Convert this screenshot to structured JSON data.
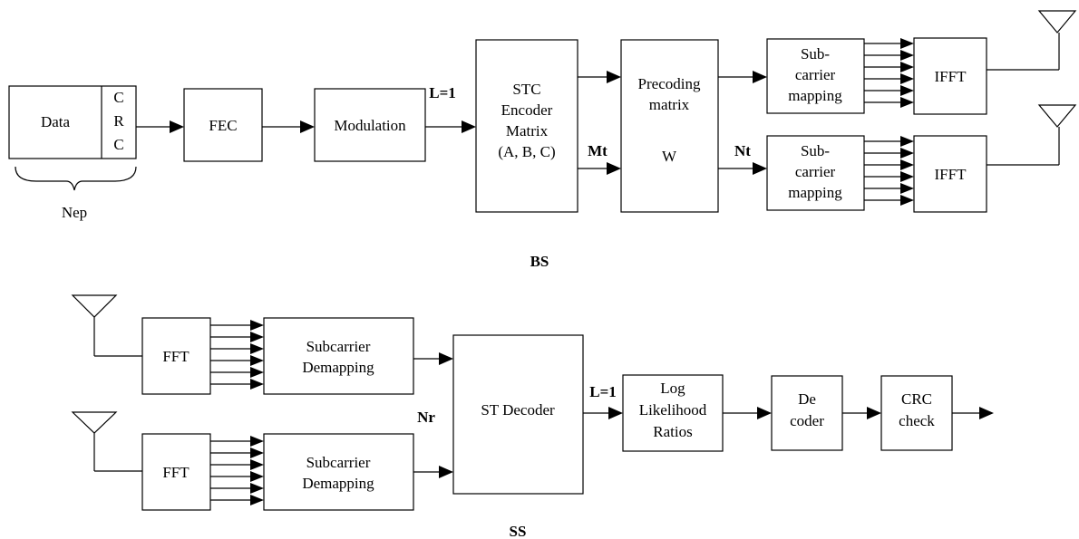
{
  "bs": {
    "data_label": "Data",
    "crc_letters": [
      "C",
      "R",
      "C"
    ],
    "nep_label": "Nep",
    "fec_label": "FEC",
    "modulation_label": "Modulation",
    "l1_label": "L=1",
    "stc_lines": [
      "STC",
      "Encoder",
      "Matrix",
      "(A, B, C)"
    ],
    "mt_label": "Mt",
    "precoding_lines": [
      "Precoding",
      "matrix"
    ],
    "precoding_w": "W",
    "nt_label": "Nt",
    "submap_lines": [
      "Sub-",
      "carrier",
      "mapping"
    ],
    "ifft_label": "IFFT",
    "section_label": "BS"
  },
  "ss": {
    "fft_label": "FFT",
    "demap_lines": [
      "Subcarrier",
      "Demapping"
    ],
    "decoder_label": "ST Decoder",
    "nr_label": "Nr",
    "l1_label": "L=1",
    "llr_lines": [
      "Log",
      "Likelihood",
      "Ratios"
    ],
    "decoder2_lines": [
      "De",
      "coder"
    ],
    "crc_lines": [
      "CRC",
      "check"
    ],
    "section_label": "SS"
  }
}
